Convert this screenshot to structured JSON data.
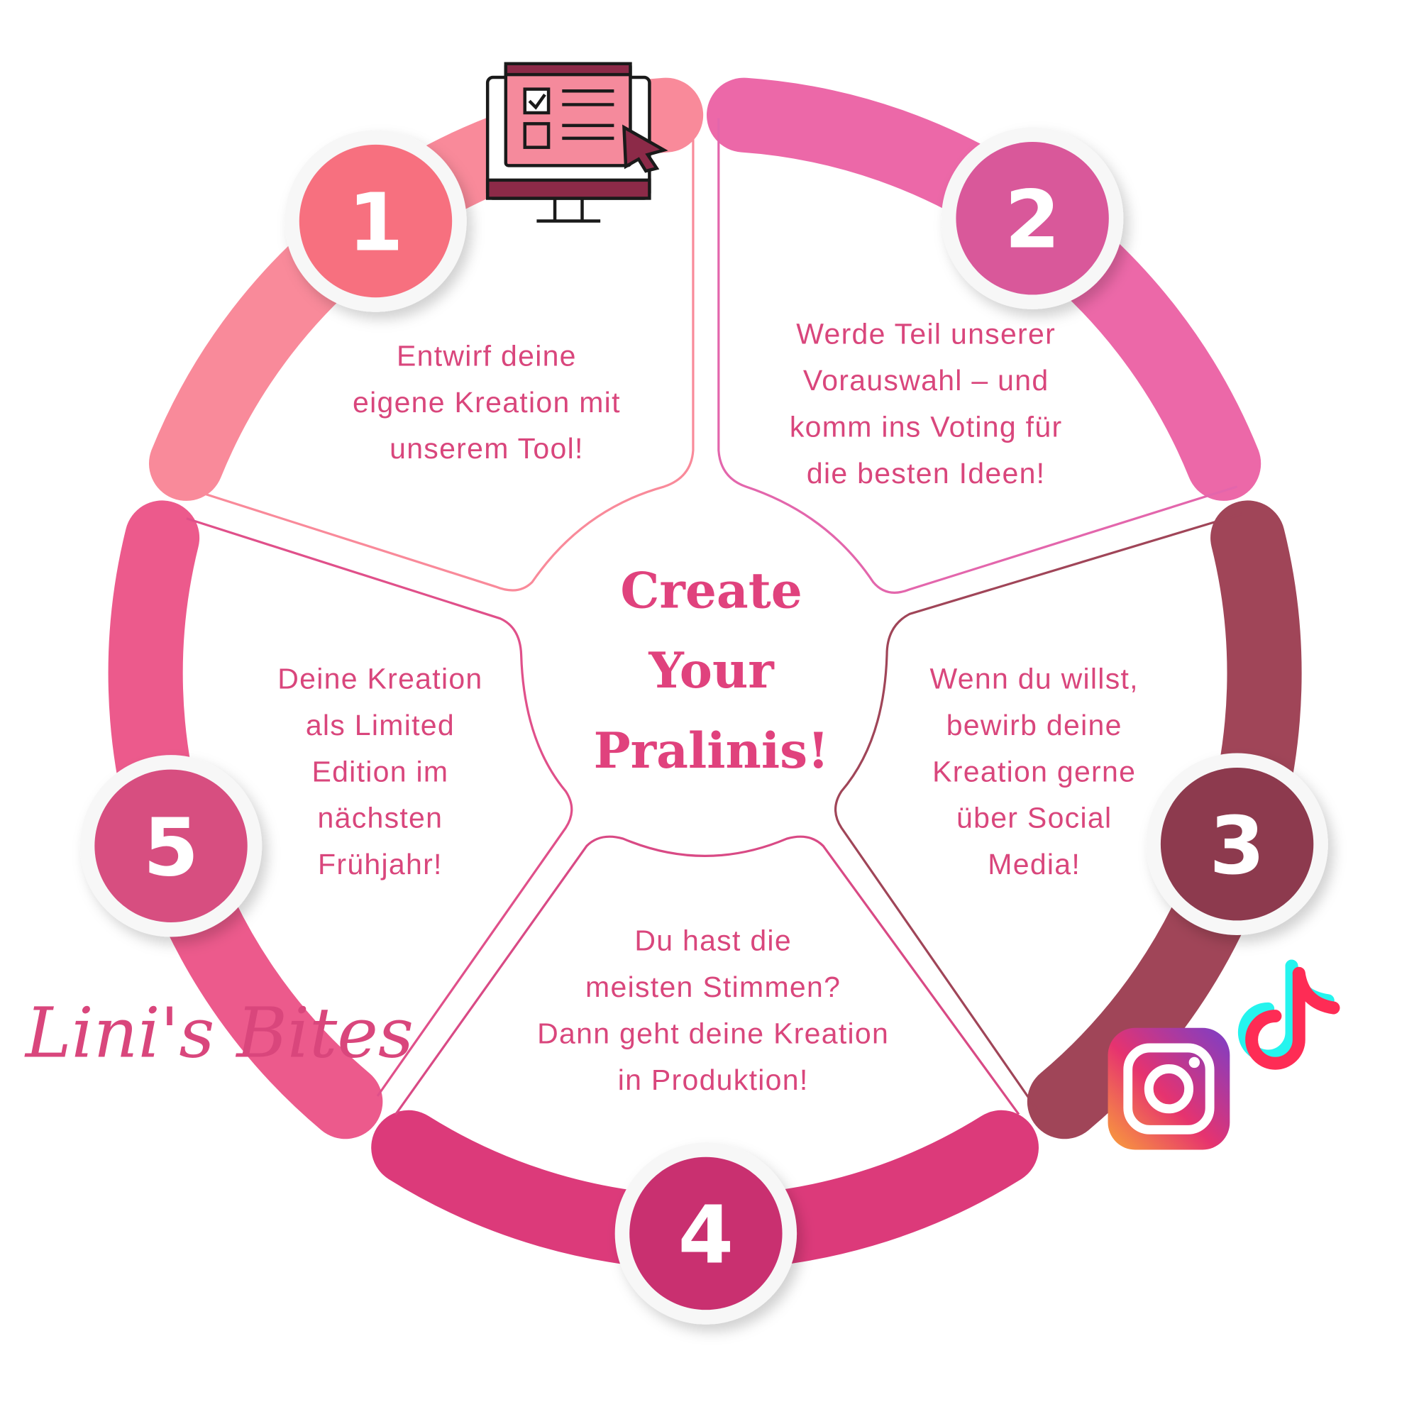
{
  "title": [
    "Create",
    "Your",
    "Pralinis!"
  ],
  "steps": [
    {
      "number": "1",
      "lines": [
        "Entwirf deine",
        "eigene Kreation mit",
        "unserem Tool!"
      ],
      "arc_color": "#f98a9a",
      "circle_color": "#f7707f"
    },
    {
      "number": "2",
      "lines": [
        "Werde Teil unserer",
        "Vorauswahl – und",
        "komm ins Voting für",
        "die besten Ideen!"
      ],
      "arc_color": "#ec68a8",
      "circle_color": "#d9589a"
    },
    {
      "number": "3",
      "lines": [
        "Wenn du willst,",
        "bewirb deine",
        "Kreation gerne",
        "über Social",
        "Media!"
      ],
      "arc_color": "#a04558",
      "circle_color": "#8d3a4e"
    },
    {
      "number": "4",
      "lines": [
        "Du hast die",
        "meisten Stimmen?",
        "Dann geht deine Kreation",
        "in Produktion!"
      ],
      "arc_color": "#dc3a7a",
      "circle_color": "#c93070"
    },
    {
      "number": "5",
      "lines": [
        "Deine Kreation",
        "als Limited",
        "Edition im",
        "nächsten",
        "Frühjahr!"
      ],
      "arc_color": "#ec5a8c",
      "circle_color": "#d74e80"
    }
  ],
  "logo": "Lini's Bites",
  "icons": [
    "monitor-checklist-icon",
    "instagram-icon",
    "tiktok-icon"
  ]
}
